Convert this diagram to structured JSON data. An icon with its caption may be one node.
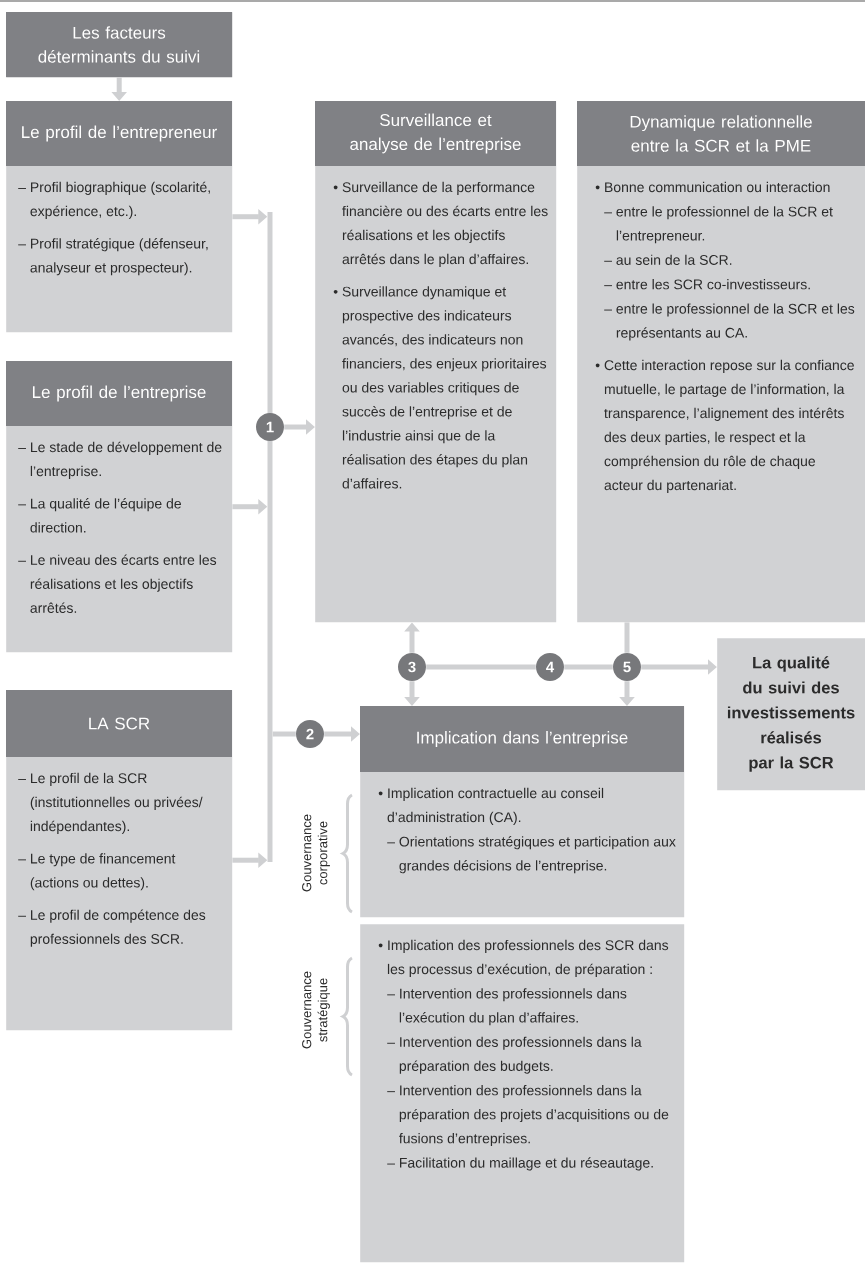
{
  "diagram": {
    "nodes": [
      {
        "text": [
          "Les facteurs déterminants du suivi"
        ]
      },
      {
        "text": [
          "Le profil de l’entrepreneur",
          "– Profil biographique (scolarité, expérience, etc.).",
          "– Profil stratégique (défenseur, analyseur et prospecteur)."
        ]
      },
      {
        "text": [
          "Le profil de l’entreprise",
          "– Le stade de développement de l’entreprise.",
          "– La qualité de l’équipe de direction.",
          "– Le niveau des écarts entre les réalisations et les objectifs arrêtés."
        ]
      },
      {
        "text": [
          "LA SCR",
          "– Le profil de la SCR (institutionnelles ou privées/ indépendantes).",
          "– Le type de financement (actions ou dettes).",
          "– Le profil de compétence des professionnels des SCR."
        ]
      },
      {
        "text": [
          "Surveillance et analyse de l’entreprise",
          "• Surveillance de la performance financière ou des écarts entre les réalisations et les objectifs arrêtés dans le plan d’affaires.",
          "• Surveillance dynamique et prospective des indicateurs avancés, des indicateurs non financiers, des enjeux prioritaires ou des variables critiques de succès de l’entreprise et de l’industrie ainsi que de la réalisation des étapes du plan d’affaires."
        ]
      },
      {
        "text": [
          "Dynamique relationnelle entre la SCR et la PME",
          "• Bonne communication ou interaction",
          "– entre le professionnel de la SCR et l’entrepreneur.",
          "– au sein de la SCR.",
          "– entre les SCR co-investisseurs.",
          "– entre le professionnel de la SCR et les représentants au CA.",
          "• Cette interaction repose sur la confiance mutuelle, le partage de l’information, la transparence, l’alignement des intérêts des deux parties, le respect et la compréhension du rôle de chaque acteur du partenariat."
        ]
      },
      {
        "text": [
          "Implication dans l’entreprise",
          "• Implication contractuelle au conseil d’administration (CA).",
          "– Orientations stratégiques et participation aux grandes décisions de l’entreprise."
        ],
        "beside": [
          "Gouvernance corporative"
        ]
      },
      {
        "text": [
          "• Implication des professionnels des SCR dans les processus d’exécution, de préparation :",
          "– Intervention des professionnels dans l’exécution du plan d’affaires.",
          "– Intervention des professionnels dans la préparation des budgets.",
          "– Intervention des professionnels dans la préparation des projets d’acquisitions ou de fusions d’entreprises.",
          "– Facilitation du maillage et du réseautage."
        ],
        "beside": [
          "Gouvernance stratégique"
        ]
      },
      {
        "text": [
          "La qualité du suivi des investissements réalisés par la SCR"
        ]
      },
      {
        "text": [
          "1"
        ]
      },
      {
        "text": [
          "2"
        ]
      },
      {
        "text": [
          "3"
        ]
      },
      {
        "text": [
          "4"
        ]
      },
      {
        "text": [
          "5"
        ]
      },
      {
        "text": [],
        "shape": "bar"
      }
    ],
    "edges": [
      {
        "from": 0,
        "to": 1,
        "arrow": "to"
      },
      {
        "from": 1,
        "to": 14,
        "arrow": "to"
      },
      {
        "from": 2,
        "to": 14,
        "arrow": "to"
      },
      {
        "from": 3,
        "to": 14,
        "arrow": "to"
      },
      {
        "from": 14,
        "to": 10,
        "arrow": "none"
      },
      {
        "from": 9,
        "to": 4,
        "arrow": "to"
      },
      {
        "from": 10,
        "to": 6,
        "arrow": "to"
      },
      {
        "from": 11,
        "to": 4,
        "arrow": "to"
      },
      {
        "from": 11,
        "to": 6,
        "arrow": "to"
      },
      {
        "from": 11,
        "to": 12,
        "arrow": "none"
      },
      {
        "from": 12,
        "to": 13,
        "arrow": "none"
      },
      {
        "from": 5,
        "to": 13,
        "arrow": "none"
      },
      {
        "from": 13,
        "to": 6,
        "arrow": "to"
      },
      {
        "from": 13,
        "to": 8,
        "arrow": "to"
      }
    ]
  }
}
